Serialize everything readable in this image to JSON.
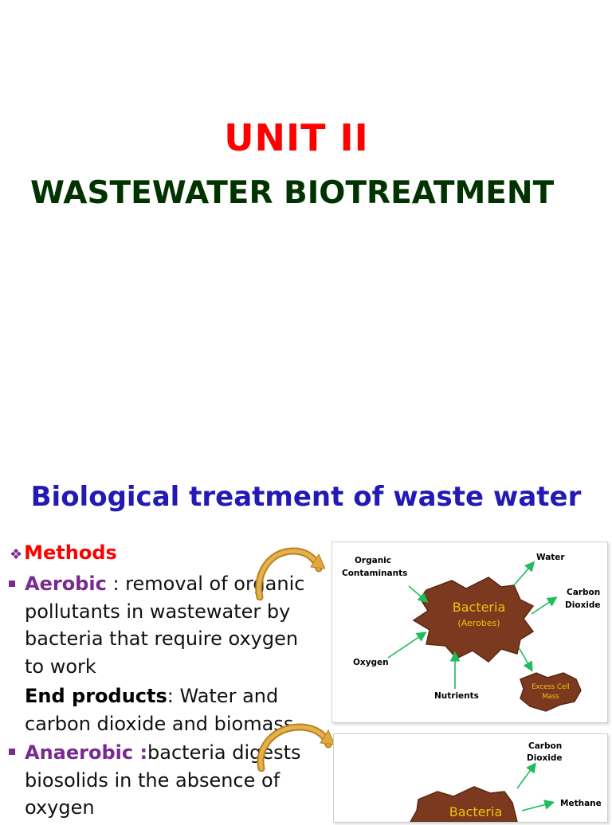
{
  "header": {
    "unit": "UNIT II",
    "title": "WASTEWATER BIOTREATMENT"
  },
  "section": {
    "title": "Biological treatment of waste water",
    "methods_label": "Methods",
    "aerobic": {
      "term": "Aerobic",
      "sep": " : ",
      "lines": [
        "removal of organic",
        "pollutants in wastewater by",
        "bacteria that require oxygen",
        "to work"
      ]
    },
    "end_products": {
      "term": "End products",
      "lines": [
        ": Water and",
        "carbon dioxide and biomass"
      ]
    },
    "anaerobic": {
      "term": "Anaerobic :",
      "lines": [
        "bacteria digests",
        "biosolids in the absence of",
        "oxygen"
      ]
    }
  },
  "diagram_aerobic": {
    "center": "Bacteria",
    "center_sub": "(Aerobes)",
    "inputs": [
      {
        "label_lines": [
          "Organic",
          "Contaminants"
        ]
      },
      {
        "label_lines": [
          "Oxygen"
        ]
      },
      {
        "label_lines": [
          "Nutrients"
        ]
      }
    ],
    "outputs": [
      {
        "label_lines": [
          "Water"
        ]
      },
      {
        "label_lines": [
          "Carbon",
          "Dioxide"
        ]
      }
    ],
    "excess": [
      "Excess Cell",
      "Mass"
    ],
    "colors": {
      "blob": "#7b3a1f",
      "text": "#f3c10a",
      "arrow": "#1ebc5a"
    }
  },
  "diagram_anaerobic": {
    "center": "Bacteria",
    "outputs": [
      {
        "label_lines": [
          "Carbon",
          "Dioxide"
        ]
      },
      {
        "label_lines": [
          "Methane"
        ]
      }
    ]
  },
  "colors": {
    "accent_red": "#ff0000",
    "title_green": "#003300",
    "blue": "#2319b5",
    "purple": "#7a2a8f",
    "curl_arrow": "#d9a33a"
  }
}
